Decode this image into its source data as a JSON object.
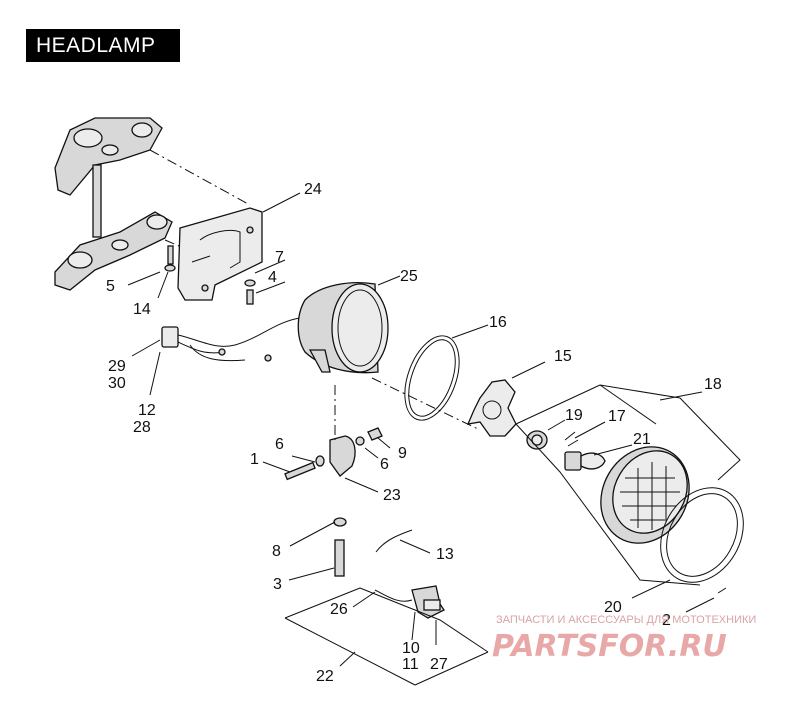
{
  "title": "HEADLAMP",
  "callouts": [
    {
      "id": "24",
      "text": "24"
    },
    {
      "id": "7",
      "text": "7"
    },
    {
      "id": "4",
      "text": "4"
    },
    {
      "id": "5",
      "text": "5"
    },
    {
      "id": "14",
      "text": "14"
    },
    {
      "id": "25",
      "text": "25"
    },
    {
      "id": "16",
      "text": "16"
    },
    {
      "id": "29",
      "text": "29"
    },
    {
      "id": "30",
      "text": "30"
    },
    {
      "id": "12",
      "text": "12"
    },
    {
      "id": "28",
      "text": "28"
    },
    {
      "id": "15",
      "text": "15"
    },
    {
      "id": "18",
      "text": "18"
    },
    {
      "id": "19",
      "text": "19"
    },
    {
      "id": "17",
      "text": "17"
    },
    {
      "id": "21",
      "text": "21"
    },
    {
      "id": "6a",
      "text": "6"
    },
    {
      "id": "9",
      "text": "9"
    },
    {
      "id": "1",
      "text": "1"
    },
    {
      "id": "6b",
      "text": "6"
    },
    {
      "id": "23",
      "text": "23"
    },
    {
      "id": "8",
      "text": "8"
    },
    {
      "id": "13",
      "text": "13"
    },
    {
      "id": "3",
      "text": "3"
    },
    {
      "id": "26",
      "text": "26"
    },
    {
      "id": "10",
      "text": "10"
    },
    {
      "id": "11",
      "text": "11"
    },
    {
      "id": "27",
      "text": "27"
    },
    {
      "id": "20",
      "text": "20"
    },
    {
      "id": "2",
      "text": "2"
    },
    {
      "id": "22",
      "text": "22"
    }
  ],
  "watermark": {
    "subtitle": "ЗАПЧАСТИ И АКСЕССУАРЫ ДЛЯ МОТОТЕХНИКИ",
    "brand": "PARTSFOR.RU"
  }
}
